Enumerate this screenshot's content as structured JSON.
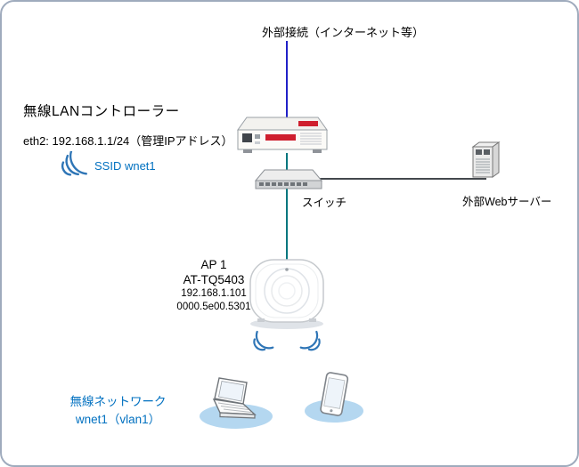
{
  "diagram": {
    "external_label": "外部接続（インターネット等）",
    "controller_title": "無線LANコントローラー",
    "controller_ip": "eth2: 192.168.1.1/24（管理IPアドレス）",
    "ssid_label": "SSID wnet1",
    "switch_label": "スイッチ",
    "server_label": "外部Webサーバー",
    "ap": {
      "name": "AP 1",
      "model": "AT-TQ5403",
      "ip": "192.168.1.101",
      "mac": "0000.5e00.5301"
    },
    "wireless_network": {
      "line1": "無線ネットワーク",
      "line2": "wnet1（vlan1）"
    },
    "colors": {
      "internet_line": "#2121c8",
      "lan_line": "#00767e",
      "switch_server_line": "#43484d",
      "accent_text": "#0070c0",
      "wifi_arc": "#2e75b6",
      "device_ellipse": "#b4d7f0",
      "router_accent_red": "#cf1f2e",
      "border": "#9fabbd"
    }
  }
}
